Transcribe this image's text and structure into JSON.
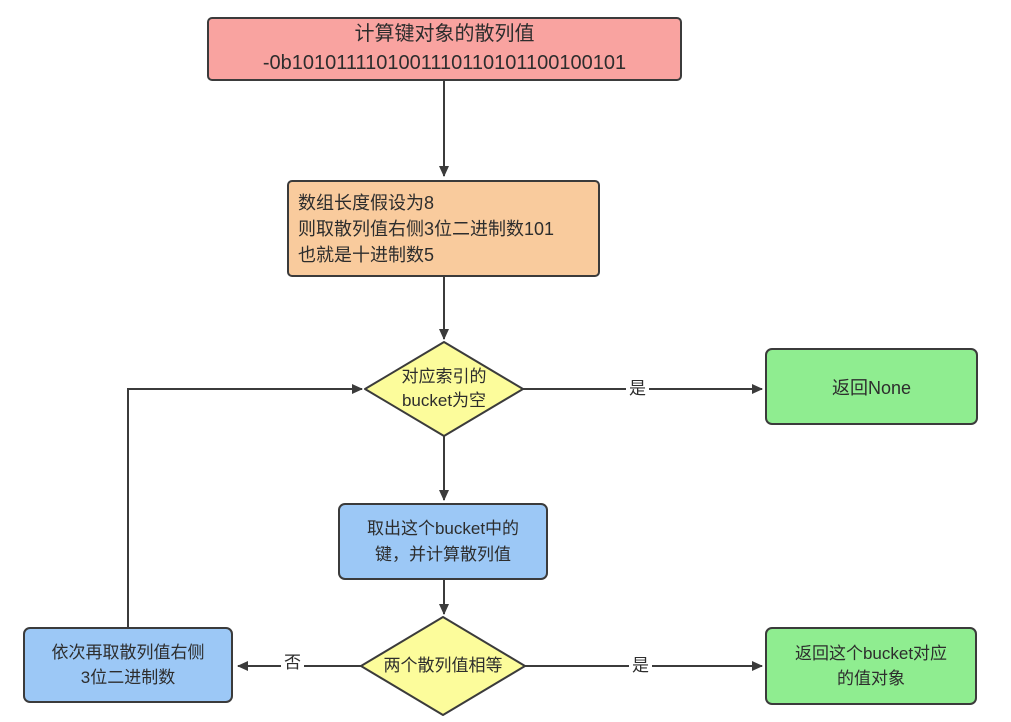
{
  "diagram": {
    "description": "hash-bucket-lookup-flowchart",
    "nodes": {
      "compute_hash": {
        "type": "process",
        "lines": [
          "计算键对象的散列值",
          "-0b1010111101001110110101100100101"
        ]
      },
      "assume_length": {
        "type": "process",
        "lines": [
          "数组长度假设为8",
          "则取散列值右侧3位二进制数101",
          "也就是十进制数5"
        ]
      },
      "bucket_empty": {
        "type": "decision",
        "lines": [
          "对应索引的",
          "bucket为空"
        ]
      },
      "return_none": {
        "type": "terminal",
        "lines": [
          "返回None"
        ]
      },
      "fetch_key": {
        "type": "process",
        "lines": [
          "取出这个bucket中的",
          "键，并计算散列值"
        ]
      },
      "hash_equal": {
        "type": "decision",
        "lines": [
          "两个散列值相等"
        ]
      },
      "return_value": {
        "type": "terminal",
        "lines": [
          "返回这个bucket对应",
          "的值对象"
        ]
      },
      "next_bits": {
        "type": "process",
        "lines": [
          "依次再取散列值右侧",
          "3位二进制数"
        ]
      }
    },
    "edge_labels": {
      "bucket_empty_yes": "是",
      "hash_equal_yes": "是",
      "hash_equal_no": "否"
    },
    "colors": {
      "pink": "#f9a3a0",
      "orange": "#f9cb9d",
      "yellow": "#fcfc9b",
      "green": "#8fed90",
      "blue": "#9cc8f6",
      "stroke": "#3b3b3b",
      "text": "#2d2d2d"
    }
  }
}
